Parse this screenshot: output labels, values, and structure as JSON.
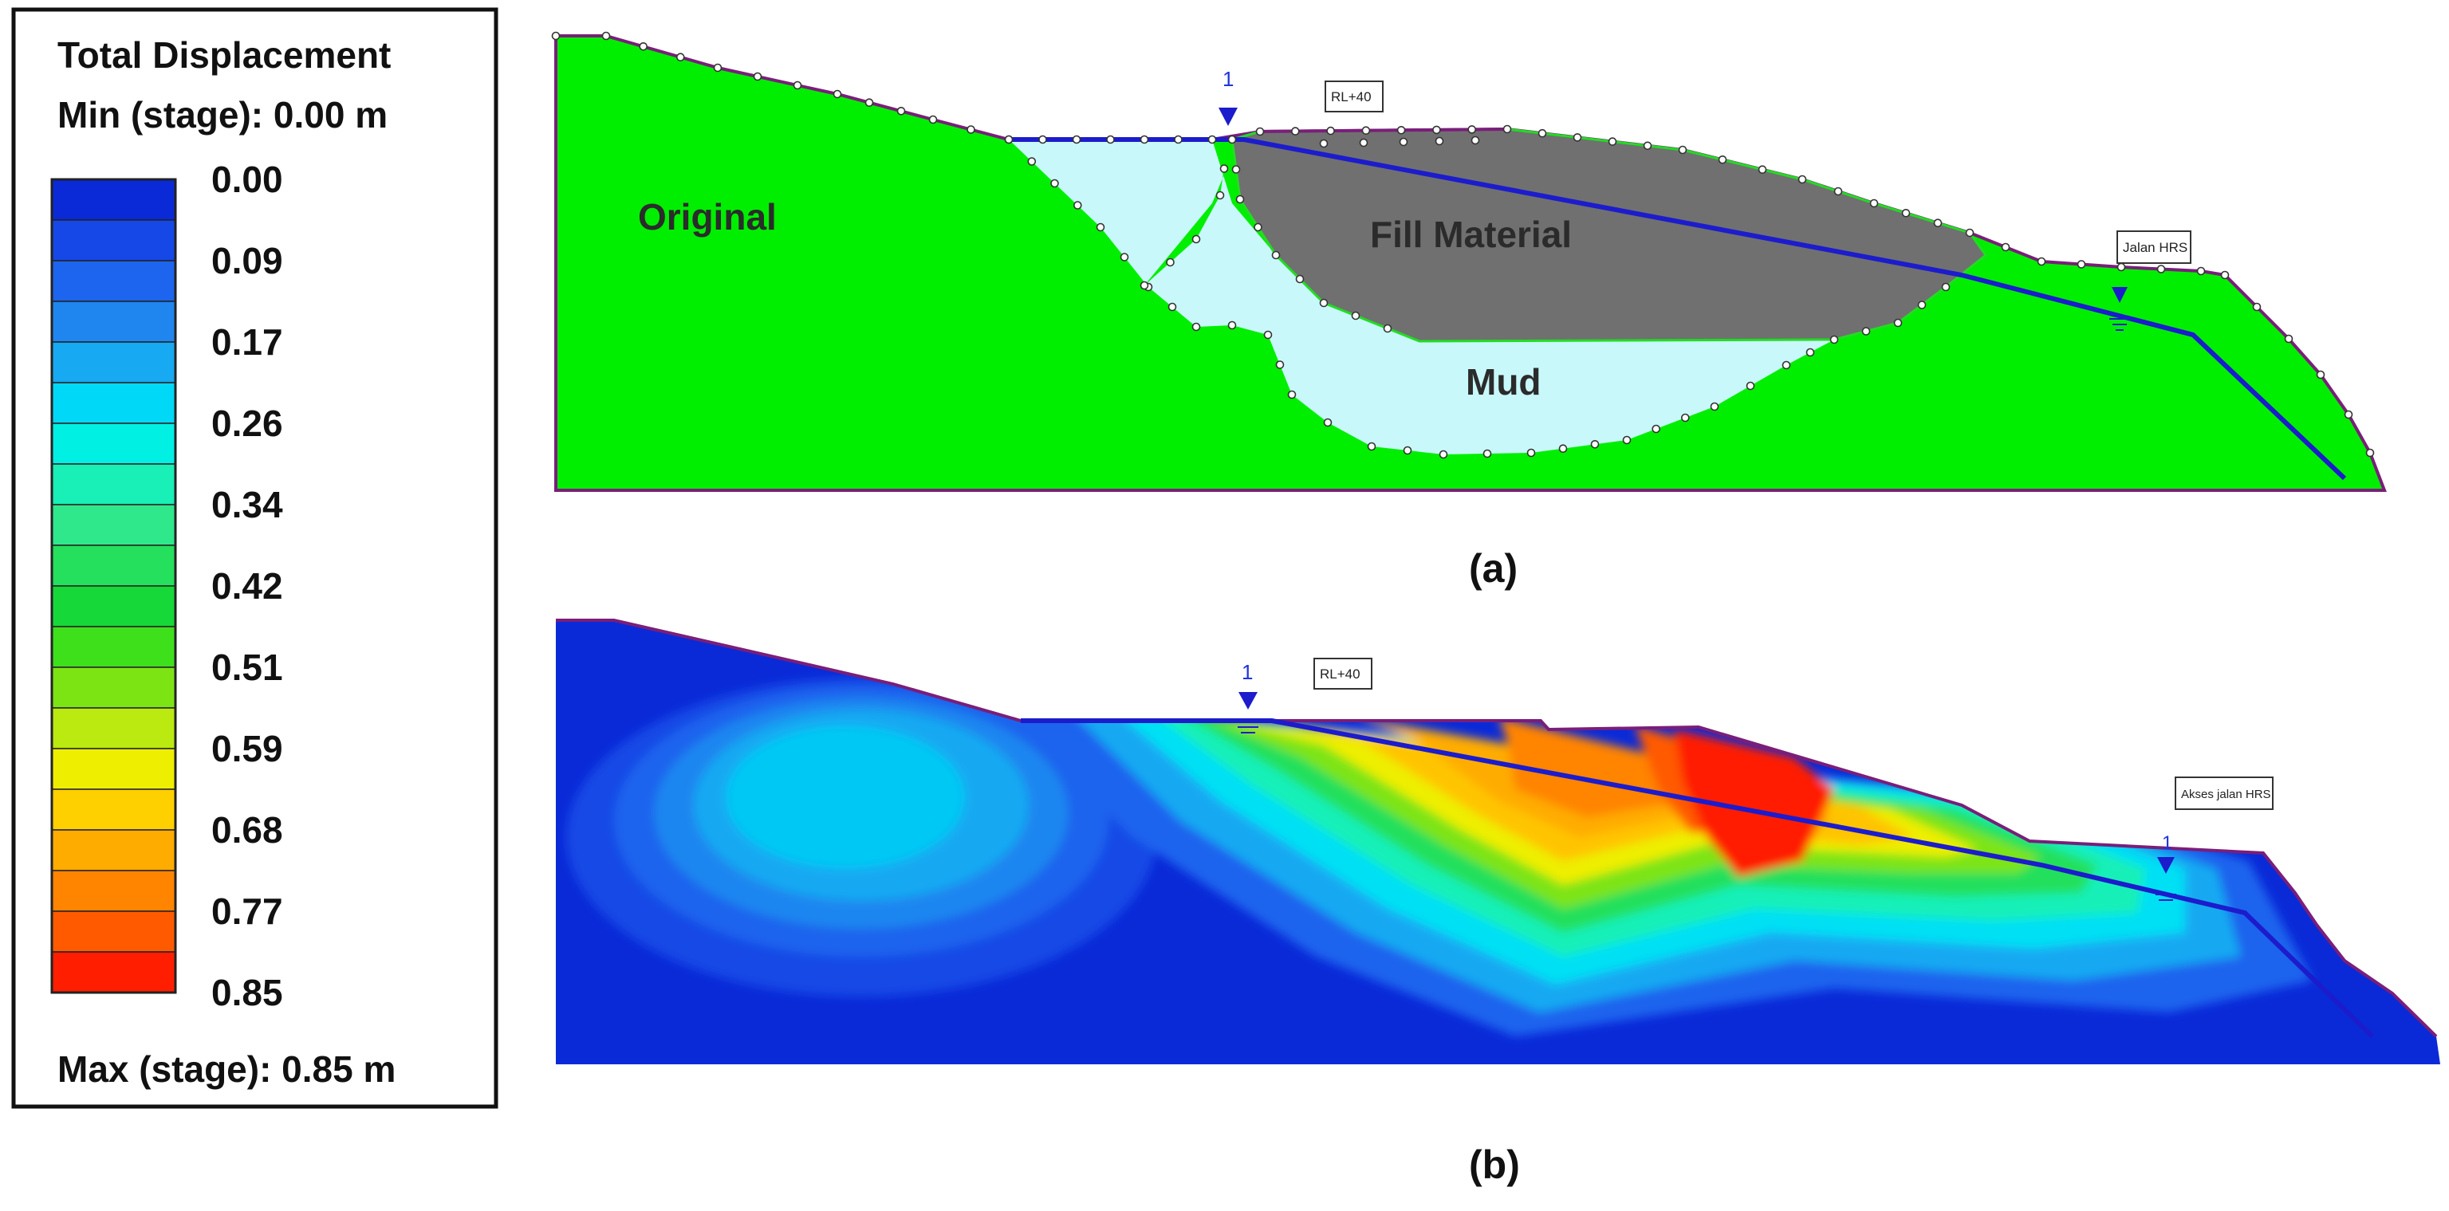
{
  "legend": {
    "title": "Total Displacement",
    "min_label": "Min (stage): 0.00 m",
    "max_label": "Max (stage): 0.85 m",
    "ticks": [
      "0.00",
      "0.09",
      "0.17",
      "0.26",
      "0.34",
      "0.42",
      "0.51",
      "0.59",
      "0.68",
      "0.77",
      "0.85"
    ],
    "bands": [
      "#0a2ad8",
      "#1548e6",
      "#1d64ee",
      "#1f86f0",
      "#17a9f2",
      "#00d8f8",
      "#00f0e4",
      "#18f0b8",
      "#2fe88c",
      "#24e05c",
      "#16d838",
      "#3ee01c",
      "#7de414",
      "#bbea10",
      "#eeee00",
      "#ffd000",
      "#ffac00",
      "#ff8400",
      "#ff5a00",
      "#ff1e00"
    ]
  },
  "panel_a": {
    "caption": "(a)",
    "regions": {
      "original": "Original",
      "fill": "Fill Material",
      "mud": "Mud"
    },
    "label_rl": "RL+40",
    "label_road": "Jalan HRS",
    "wt_marker": "1",
    "colors": {
      "original": "#00ee00",
      "fill": "#707070",
      "mud": "#c8f8fa",
      "water_table": "#1c1ccc",
      "boundary": "#7a1e7a"
    }
  },
  "panel_b": {
    "caption": "(b)",
    "label_rl": "RL+40",
    "label_road": "Akses jalan HRS",
    "wt_marker_1": "1",
    "wt_marker_2": "1"
  }
}
